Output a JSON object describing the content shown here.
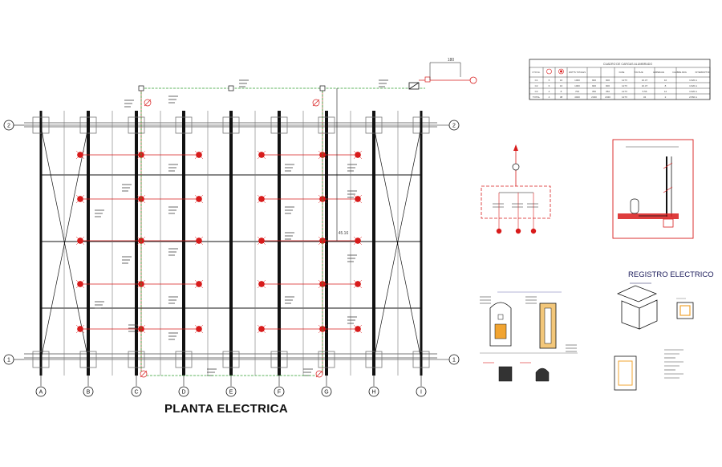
{
  "plan": {
    "title": "PLANTA ELECTRICA",
    "column_axes": [
      "A",
      "B",
      "C",
      "D",
      "E",
      "F",
      "G",
      "H",
      "I"
    ],
    "row_axes": [
      "2",
      "1"
    ],
    "dimension_vertical": "45.16",
    "dimension_top": "180"
  },
  "load_table": {
    "title": "CUADRO DE CARGAS ALUMBRADO",
    "headers": [
      "CTO No.",
      "",
      "",
      "WATTS TOTALES",
      "FASE",
      "VOLTAJE",
      "AMPERAJE",
      "CALIBRE AWG",
      "INTERRUPTOR",
      "",
      ""
    ],
    "rows": [
      [
        "C1",
        "6",
        "16",
        "1000",
        "900",
        "900",
        "127V",
        "16.37",
        "10",
        "1X20 A"
      ],
      [
        "C2",
        "6",
        "16",
        "1000",
        "900",
        "900",
        "127V",
        "16.37",
        "8",
        "1X20 A"
      ],
      [
        "C3",
        "4",
        "8",
        "700",
        "350",
        "350",
        "127V",
        "5.56",
        "12",
        "1X20 A"
      ],
      [
        "TOTAL",
        "4",
        "38",
        "4020",
        "2340",
        "2340",
        "127V",
        "34",
        "2",
        "2X60 A"
      ]
    ]
  },
  "registro": {
    "title": "REGISTRO ELECTRICO"
  },
  "colors": {
    "line": "#111111",
    "circuit": "#d81b1b",
    "grounding": "#2e9e2e",
    "grid_gray": "#777777",
    "annotation": "#444444"
  }
}
